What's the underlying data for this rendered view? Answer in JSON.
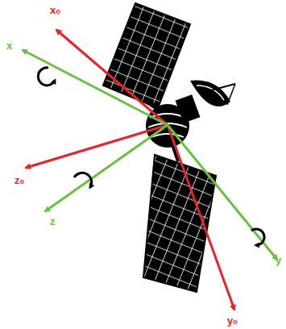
{
  "diagram": {
    "labels": [
      "xo",
      "x",
      "zo",
      "z",
      "yo",
      "y"
    ]
  }
}
